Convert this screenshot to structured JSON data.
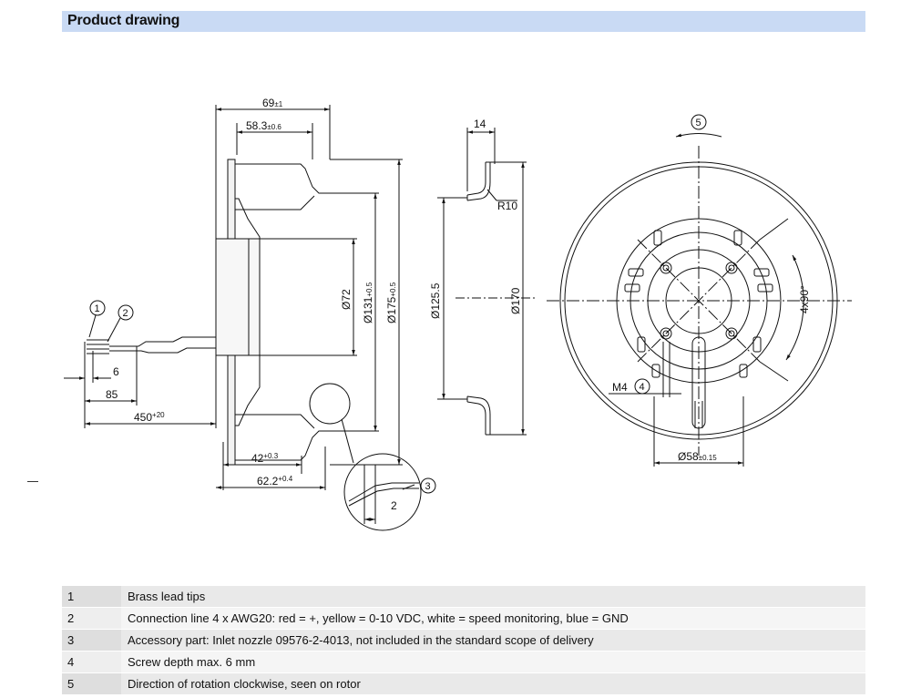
{
  "header": {
    "title": "Product drawing"
  },
  "drawing": {
    "side_view": {
      "dim_width_total": "69",
      "dim_width_total_tol": "±1",
      "dim_width_inner": "58.3",
      "dim_width_inner_tol": "±0.6",
      "dim_d72": "Ø72",
      "dim_d131": "Ø131",
      "dim_d131_tol": "+0.5",
      "dim_d175": "Ø175",
      "dim_d175_tol": "+0.5",
      "dim_42": "42",
      "dim_42_tol": "+0.3",
      "dim_622": "62.2",
      "dim_622_tol": "+0.4",
      "dim_6": "6",
      "dim_85": "85",
      "dim_450": "450",
      "dim_450_tol": "+20",
      "detail_dim_2": "2"
    },
    "nozzle_view": {
      "dim_14": "14",
      "dim_r10": "R10",
      "dim_d1255": "Ø125.5",
      "dim_d170": "Ø170"
    },
    "front_view": {
      "dim_4x90": "4x90°",
      "dim_m4": "M4",
      "dim_d58": "Ø58",
      "dim_d58_tol": "±0.15"
    },
    "callouts": [
      "1",
      "2",
      "3",
      "4",
      "5"
    ]
  },
  "legend": [
    {
      "num": "1",
      "text": "Brass lead tips"
    },
    {
      "num": "2",
      "text": "Connection line 4 x AWG20: red = +, yellow = 0-10 VDC, white = speed monitoring, blue = GND"
    },
    {
      "num": "3",
      "text": "Accessory part: Inlet nozzle 09576-2-4013, not included in the standard scope of delivery"
    },
    {
      "num": "4",
      "text": "Screw depth max. 6 mm"
    },
    {
      "num": "5",
      "text": "Direction of rotation clockwise, seen on rotor"
    }
  ]
}
